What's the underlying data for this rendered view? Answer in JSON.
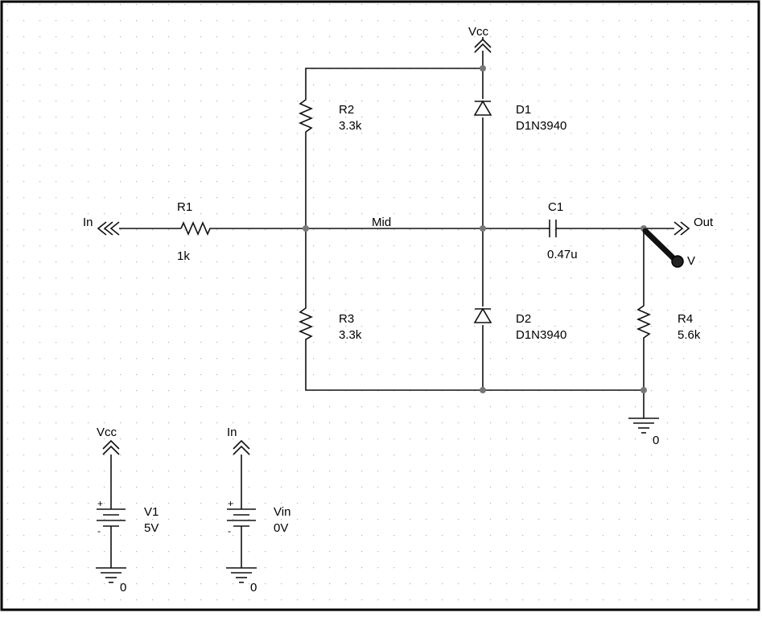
{
  "nets": {
    "vcc": "Vcc",
    "in": "In",
    "out": "Out",
    "mid": "Mid",
    "gnd": "0"
  },
  "components": {
    "r1": {
      "ref": "R1",
      "value": "1k"
    },
    "r2": {
      "ref": "R2",
      "value": "3.3k"
    },
    "r3": {
      "ref": "R3",
      "value": "3.3k"
    },
    "r4": {
      "ref": "R4",
      "value": "5.6k"
    },
    "c1": {
      "ref": "C1",
      "value": "0.47u"
    },
    "d1": {
      "ref": "D1",
      "value": "D1N3940"
    },
    "d2": {
      "ref": "D2",
      "value": "D1N3940"
    },
    "v1": {
      "ref": "V1",
      "value": "5V"
    },
    "vin": {
      "ref": "Vin",
      "value": "0V"
    }
  },
  "probe": {
    "label": "V"
  },
  "colors": {
    "background": "#ffffff",
    "grid_dot": "#b4b4b4",
    "wire": "#111111",
    "junction": "#777777",
    "border": "#000000"
  }
}
